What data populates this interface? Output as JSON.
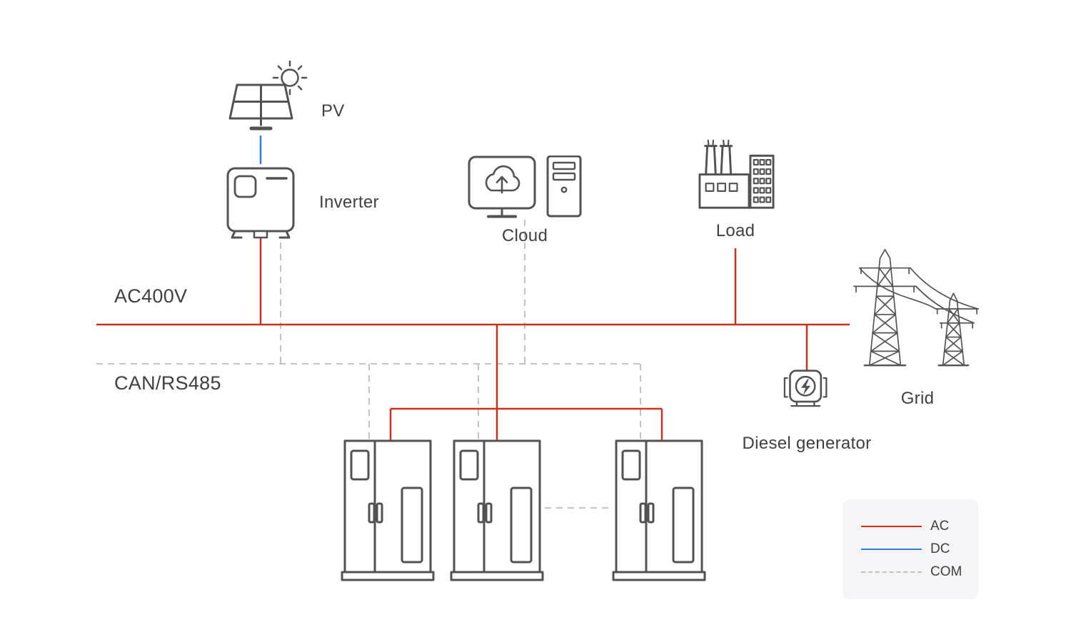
{
  "diagram": {
    "nodes": {
      "pv": {
        "label": "PV",
        "icon": "solar-panel-sun-icon"
      },
      "inverter": {
        "label": "Inverter",
        "icon": "inverter-icon"
      },
      "cloud": {
        "label": "Cloud",
        "icon": "cloud-monitor-server-icon"
      },
      "load": {
        "label": "Load",
        "icon": "factory-building-icon"
      },
      "grid": {
        "label": "Grid",
        "icon": "transmission-towers-icon"
      },
      "diesel_generator": {
        "label": "Diesel generator",
        "icon": "generator-bolt-icon"
      },
      "battery_cabinets": {
        "count": 3,
        "icon": "battery-cabinet-icon"
      }
    },
    "buses": {
      "ac": {
        "label": "AC400V",
        "type": "AC"
      },
      "com": {
        "label": "CAN/RS485",
        "type": "COM"
      }
    },
    "connections": [
      {
        "from": "pv",
        "to": "inverter",
        "type": "DC"
      },
      {
        "from": "inverter",
        "to": "ac_bus",
        "type": "AC"
      },
      {
        "from": "load",
        "to": "ac_bus",
        "type": "AC"
      },
      {
        "from": "grid",
        "to": "ac_bus",
        "type": "AC"
      },
      {
        "from": "diesel_generator",
        "to": "ac_bus",
        "type": "AC"
      },
      {
        "from": "ac_bus",
        "to": "battery_cabinet_1",
        "type": "AC"
      },
      {
        "from": "ac_bus",
        "to": "battery_cabinet_2",
        "type": "AC"
      },
      {
        "from": "ac_bus",
        "to": "battery_cabinet_3",
        "type": "AC"
      },
      {
        "from": "inverter",
        "to": "com_bus",
        "type": "COM"
      },
      {
        "from": "cloud",
        "to": "com_bus",
        "type": "COM"
      },
      {
        "from": "com_bus",
        "to": "battery_cabinet_1",
        "type": "COM"
      },
      {
        "from": "com_bus",
        "to": "battery_cabinet_2",
        "type": "COM"
      },
      {
        "from": "com_bus",
        "to": "battery_cabinet_3",
        "type": "COM"
      },
      {
        "from": "battery_cabinet_2",
        "to": "battery_cabinet_3",
        "type": "COM"
      }
    ],
    "legend": {
      "items": [
        {
          "label": "AC",
          "line": "solid",
          "color": "#ce301b"
        },
        {
          "label": "DC",
          "line": "solid",
          "color": "#2f7fd6"
        },
        {
          "label": "COM",
          "line": "dashed",
          "color": "#c2c2c2"
        }
      ]
    },
    "colors": {
      "ac": "#ce301b",
      "dc": "#2f7fd6",
      "com": "#c2c2c2",
      "icon": "#515254",
      "text": "#404040",
      "legend_bg": "#f5f5f7",
      "background": "#ffffff"
    }
  }
}
